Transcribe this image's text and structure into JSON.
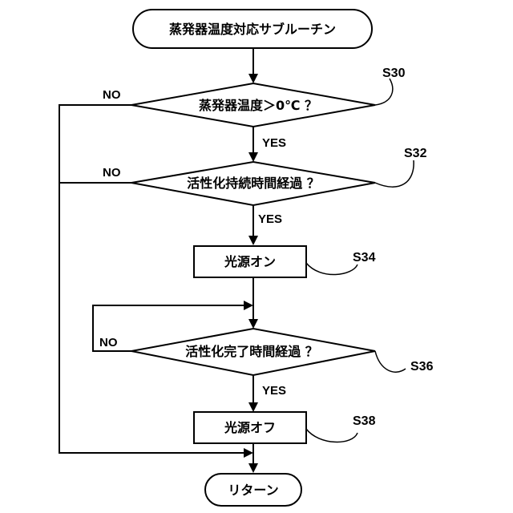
{
  "flowchart": {
    "start": {
      "label": "蒸発器温度対応サブルーチン"
    },
    "decision_s30": {
      "label": "蒸発器温度＞0℃ ？",
      "step": "S30",
      "yes": "YES",
      "no": "NO"
    },
    "decision_s32": {
      "label": "活性化持続時間経過 ？",
      "step": "S32",
      "yes": "YES",
      "no": "NO"
    },
    "process_s34": {
      "label": "光源オン",
      "step": "S34"
    },
    "decision_s36": {
      "label": "活性化完了時間経過 ？",
      "step": "S36",
      "yes": "YES",
      "no": "NO"
    },
    "process_s38": {
      "label": "光源オフ",
      "step": "S38"
    },
    "end": {
      "label": "リターン"
    }
  }
}
